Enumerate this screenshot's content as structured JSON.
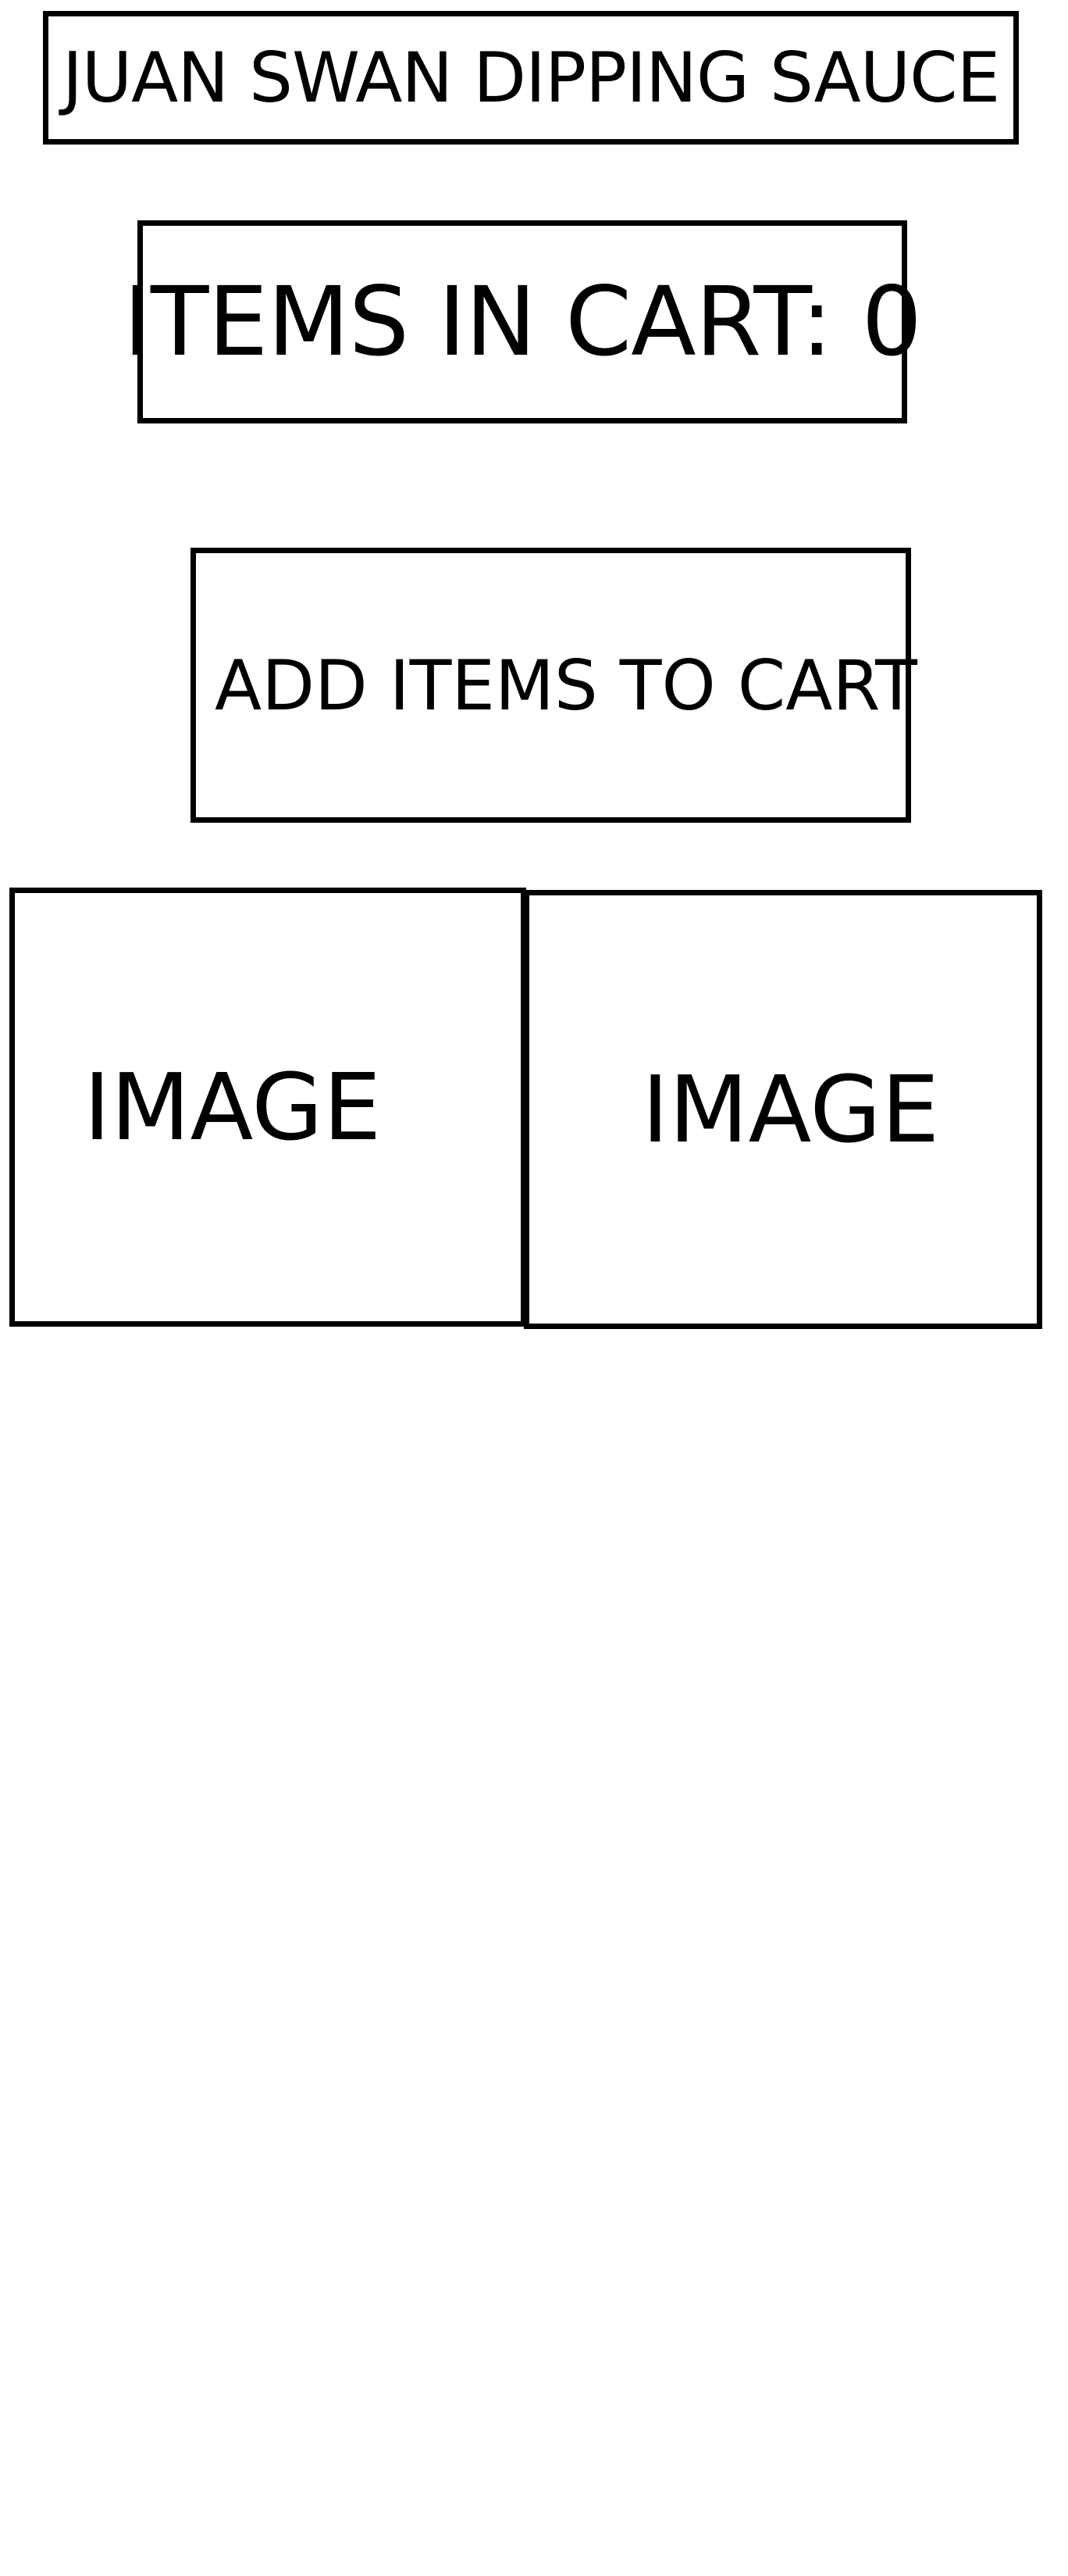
{
  "header": {
    "title": "JUAN SWAN DIPPING SAUCE"
  },
  "cart": {
    "count_label": "ITEMS IN CART: 0"
  },
  "actions": {
    "add_items_label": "ADD ITEMS TO CART"
  },
  "gallery": {
    "images": [
      {
        "label": "IMAGE"
      },
      {
        "label": "IMAGE"
      }
    ]
  }
}
